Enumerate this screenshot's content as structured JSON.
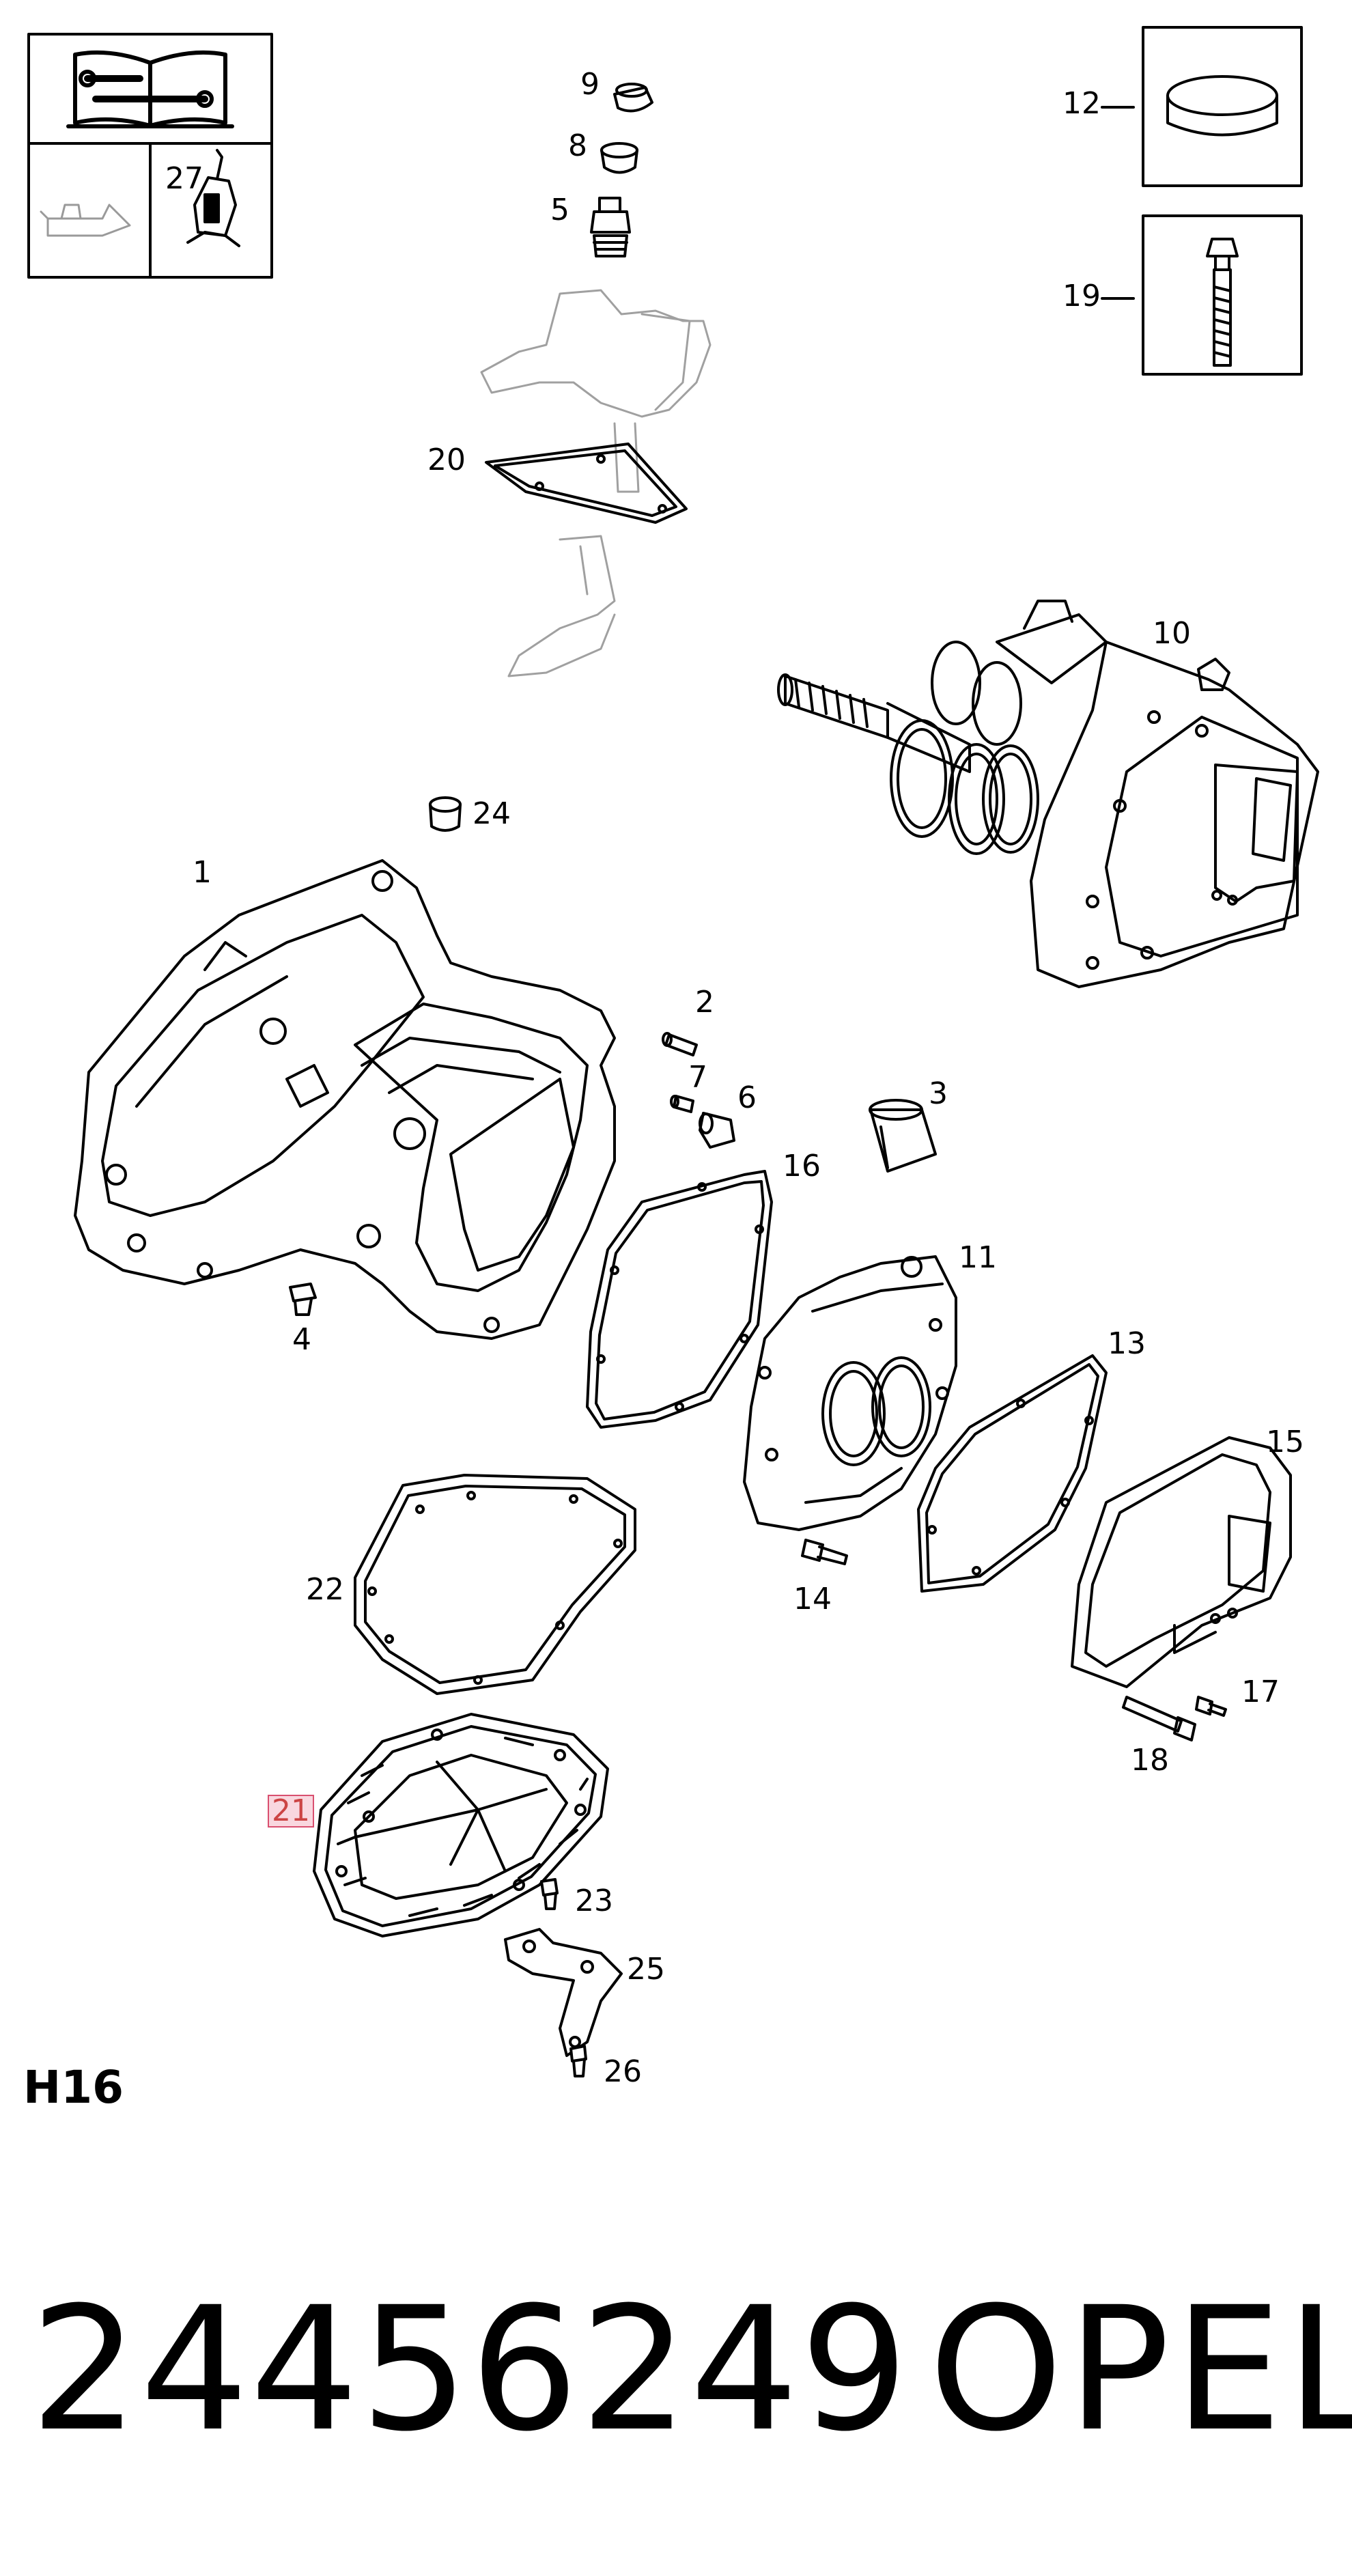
{
  "callouts": {
    "c1": "1",
    "c2": "2",
    "c3": "3",
    "c4": "4",
    "c5": "5",
    "c6": "6",
    "c7": "7",
    "c8": "8",
    "c9": "9",
    "c10": "10",
    "c11": "11",
    "c12": "12",
    "c13": "13",
    "c14": "14",
    "c15": "15",
    "c16": "16",
    "c17": "17",
    "c18": "18",
    "c19": "19",
    "c20": "20",
    "c21": "21",
    "c22": "22",
    "c23": "23",
    "c24": "24",
    "c25": "25",
    "c26": "26",
    "c27": "27"
  },
  "highlighted_callout": "21",
  "section_code": "H16",
  "footer": {
    "part_number": "24456249",
    "brand": "OPEL"
  },
  "colors": {
    "line": "#000000",
    "ghost": "#9a9a9a",
    "highlight_border": "#d94f6f",
    "highlight_fill": "#f9d7df"
  },
  "icons": [
    "workshop-manual-icon",
    "oil-can-icon",
    "sealant-tube-icon"
  ]
}
